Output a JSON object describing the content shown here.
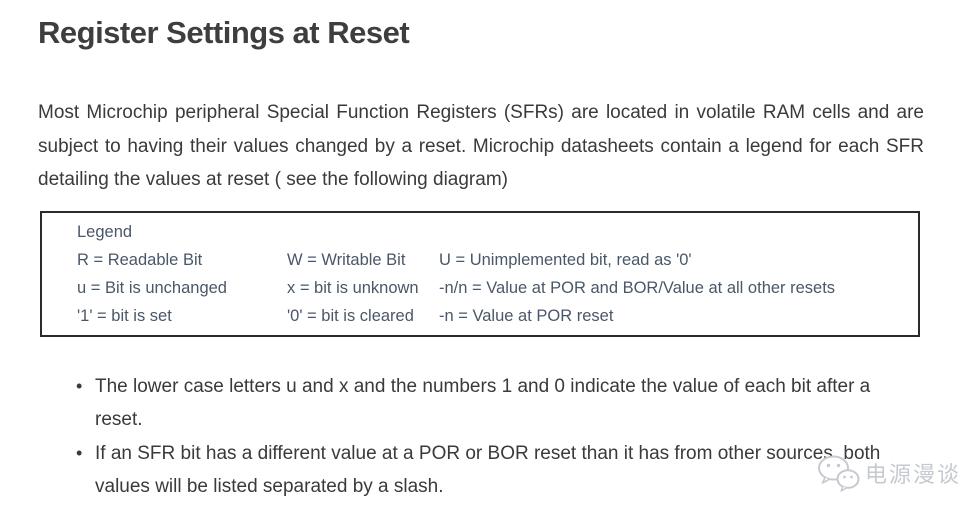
{
  "page": {
    "title": "Register Settings at Reset",
    "intro": "Most Microchip peripheral Special Function Registers (SFRs) are located in volatile RAM cells and are subject to having their values changed by a reset. Microchip datasheets contain a legend for each SFR detailing the values at reset ( see the following diagram)"
  },
  "legend": {
    "heading": "Legend",
    "rows": [
      [
        "R = Readable Bit",
        "W = Writable Bit",
        "U = Unimplemented bit, read as '0'"
      ],
      [
        "u = Bit is unchanged",
        "x = bit is unknown",
        "-n/n = Value at POR and BOR/Value at all other resets"
      ],
      [
        "'1' = bit is set",
        "'0' = bit is cleared",
        "-n = Value at POR reset"
      ]
    ]
  },
  "bullets": [
    "The lower case letters u and x and the numbers 1 and 0 indicate the value of each bit after a reset.",
    "If an SFR bit has a different value at a POR or BOR reset than it has from other sources, both values will be listed separated by a slash."
  ],
  "watermark": {
    "label": "电源漫谈",
    "icon": "wechat-icon"
  },
  "colors": {
    "title_color": "#3e3e3e",
    "body_color": "#3a3a3a",
    "legend_color": "#4a5768",
    "border_color": "#2b2b2b",
    "watermark_color": "#c6cad0"
  }
}
